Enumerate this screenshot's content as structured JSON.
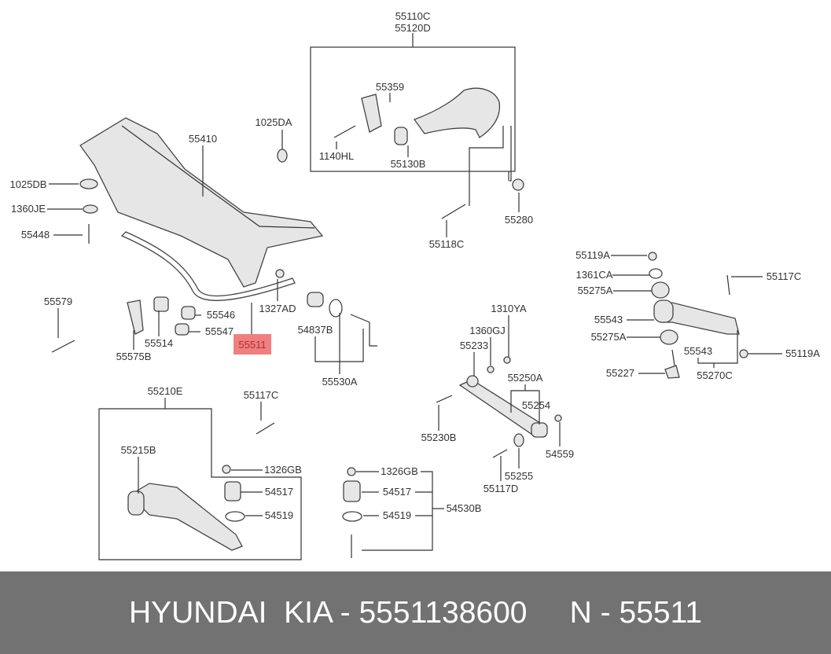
{
  "labels": [
    "55110C",
    "55120D",
    "55359",
    "1140HL",
    "55130B",
    "55118C",
    "55280",
    "55410",
    "1025DA",
    "1025DB",
    "1360JE",
    "55448",
    "55579",
    "55575B",
    "55514",
    "55546",
    "55547",
    "55511",
    "1327AD",
    "54837B",
    "55530A",
    "55210E",
    "55117C",
    "55215B",
    "1326GB",
    "54517",
    "54519",
    "1326GB",
    "54517",
    "54519",
    "54530B",
    "1310YA",
    "1360GJ",
    "55233",
    "55250A",
    "55254",
    "55230B",
    "54559",
    "55255",
    "55117D",
    "55119A",
    "1361CA",
    "55275A",
    "55117C",
    "55543",
    "55275A",
    "55543",
    "55227",
    "55270C",
    "55119A"
  ],
  "highlight_color": "#f08080",
  "footer": {
    "text": "HYUNDAI  KIA - 5551138600     N - 55511"
  }
}
